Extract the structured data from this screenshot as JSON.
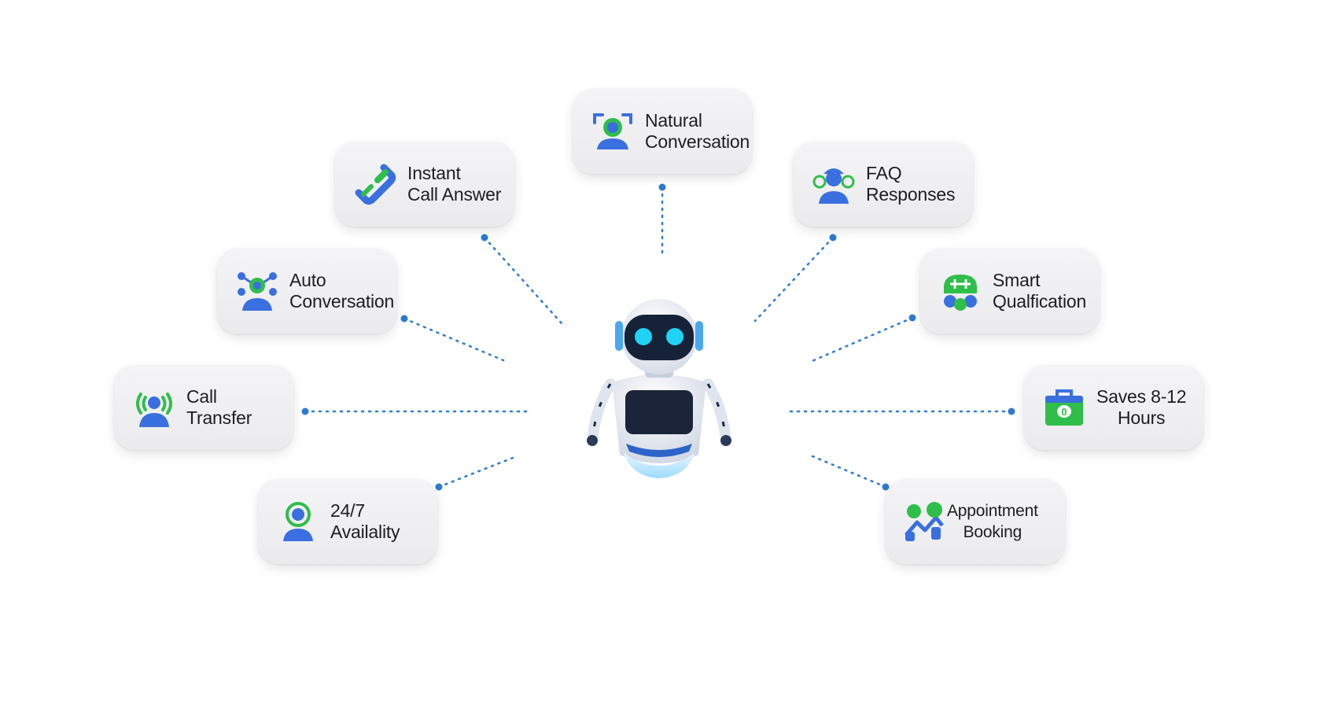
{
  "features": [
    {
      "id": "natural-conversation",
      "line1": "Natural",
      "line2": "Conversation",
      "icon": "face-scan-icon"
    },
    {
      "id": "instant-call-answer",
      "line1": "Instant",
      "line2": "Call Answer",
      "icon": "phone-icon"
    },
    {
      "id": "faq-responses",
      "line1": "FAQ",
      "line2": "Responses",
      "icon": "support-agent-icon"
    },
    {
      "id": "auto-conversation",
      "line1": "Auto",
      "line2": "Conversation",
      "icon": "network-person-icon"
    },
    {
      "id": "smart-qualification",
      "line1": "Smart",
      "line2": "Qualfication",
      "icon": "brain-filter-icon"
    },
    {
      "id": "call-transfer",
      "line1": "Call",
      "line2": "Transfer",
      "icon": "broadcast-person-icon"
    },
    {
      "id": "saves-hours",
      "line1": "Saves 8-12",
      "line2": "Hours",
      "icon": "money-case-icon"
    },
    {
      "id": "availability",
      "line1": "24/7",
      "line2": "Availality",
      "icon": "person-badge-icon"
    },
    {
      "id": "appointment-booking",
      "line1": "Appointment",
      "line2": "Booking",
      "icon": "location-pins-icon"
    }
  ],
  "colors": {
    "blue": "#3a6fe0",
    "green": "#2fbe4a",
    "connector": "#2c7bd0",
    "robot_eye": "#1fd3f5",
    "robot_face": "#152238"
  }
}
